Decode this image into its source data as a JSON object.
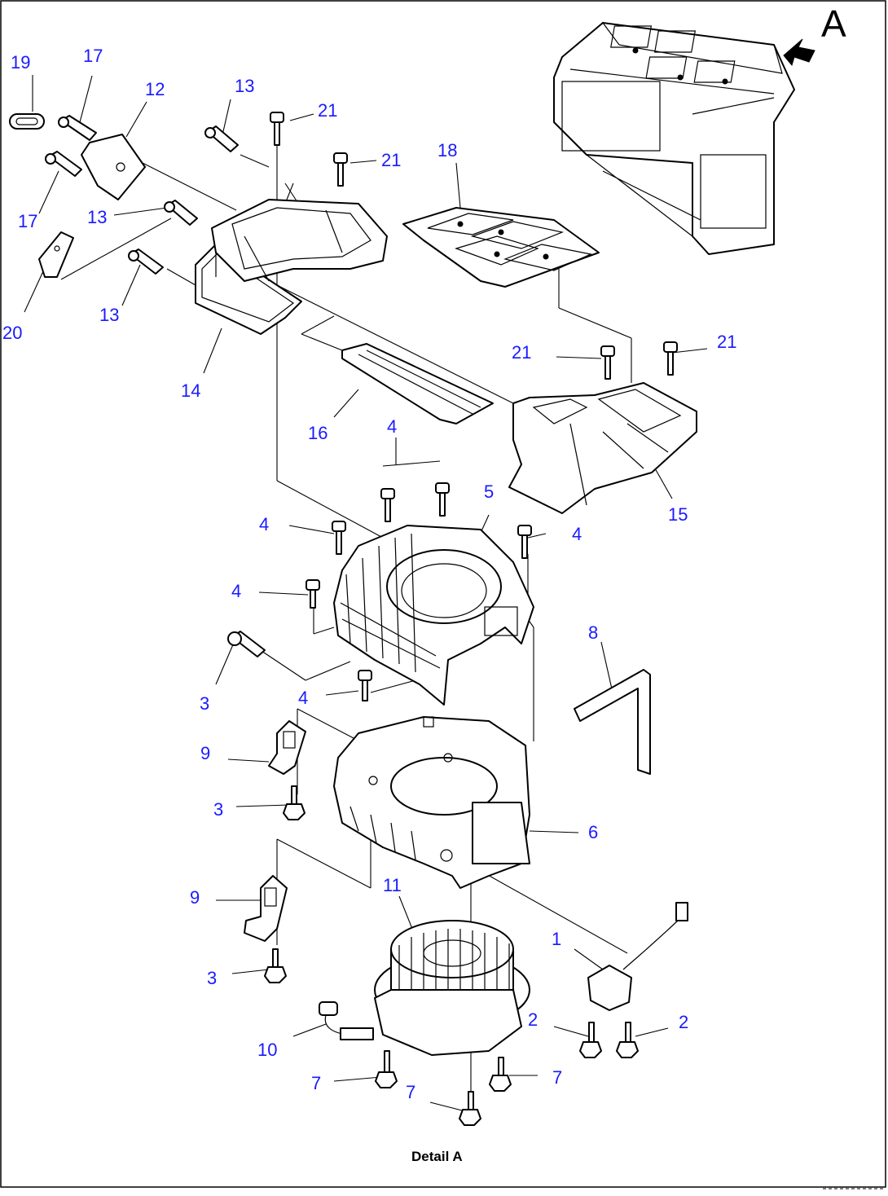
{
  "view_letter": "A",
  "caption": "Detail A",
  "colors": {
    "callout": "#1a1aff",
    "line": "#000000",
    "background": "#ffffff"
  },
  "callouts": [
    "19",
    "17",
    "12",
    "13",
    "21",
    "21",
    "18",
    "17",
    "13",
    "20",
    "13",
    "14",
    "16",
    "21",
    "21",
    "4",
    "5",
    "15",
    "4",
    "4",
    "4",
    "8",
    "3",
    "4",
    "9",
    "3",
    "6",
    "9",
    "11",
    "1",
    "3",
    "2",
    "2",
    "10",
    "7",
    "7",
    "7"
  ]
}
